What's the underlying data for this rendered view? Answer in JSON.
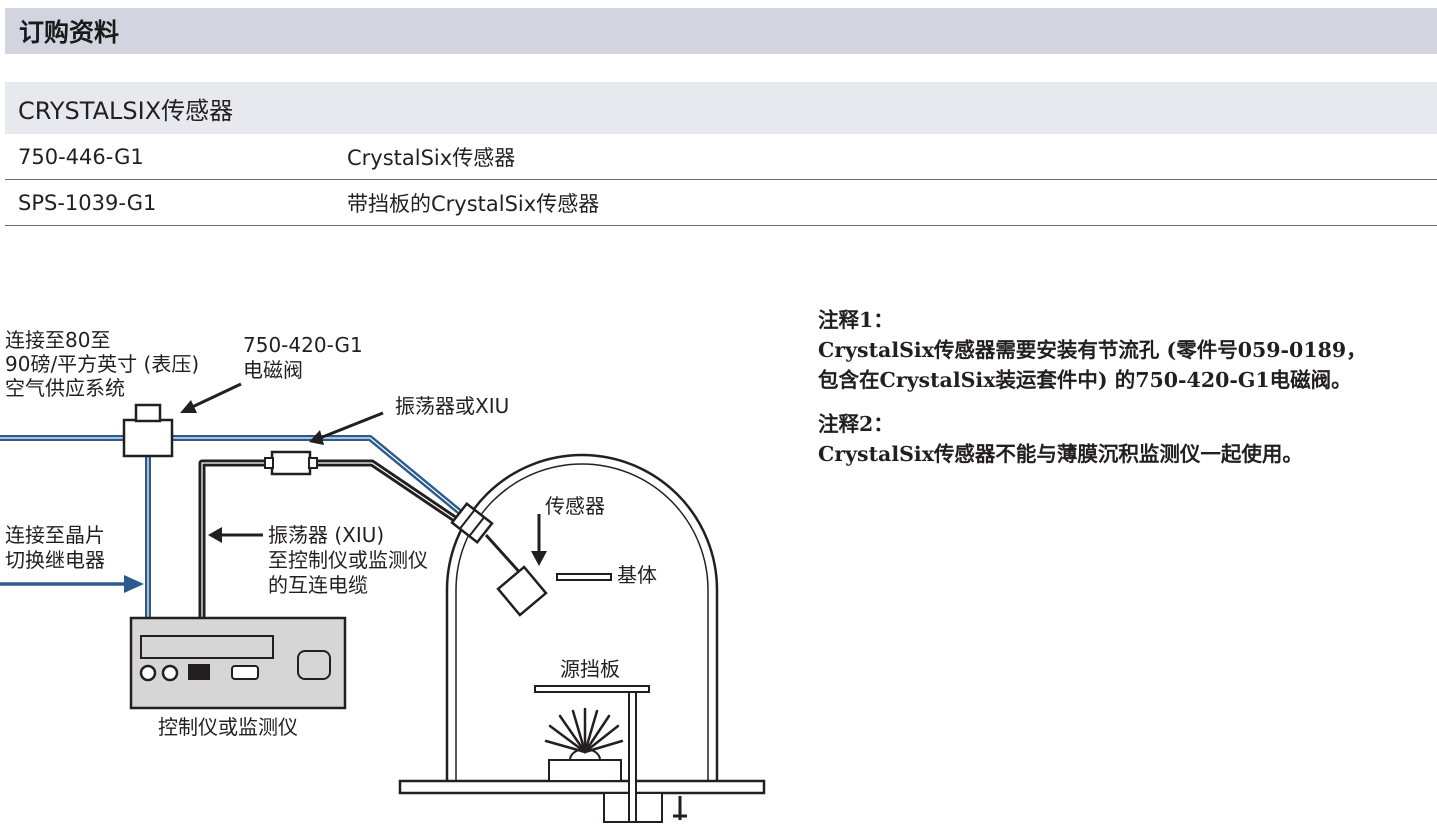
{
  "banner": {
    "title": "订购资料"
  },
  "order_table": {
    "group_title": "CRYSTALSIX传感器",
    "rows": [
      {
        "part_number": "750-446-G1",
        "description": "CrystalSix传感器"
      },
      {
        "part_number": "SPS-1039-G1",
        "description": "带挡板的CrystalSix传感器"
      }
    ]
  },
  "notes": [
    {
      "title": "注释1：",
      "lines": [
        "CrystalSix传感器需要安装有节流孔 (零件号059-0189，",
        "包含在CrystalSix装运套件中) 的750-420-G1电磁阀。"
      ]
    },
    {
      "title": "注释2：",
      "lines": [
        "CrystalSix传感器不能与薄膜沉积监测仪一起使用。"
      ]
    }
  ],
  "diagram": {
    "labels": {
      "air_supply": [
        "连接至80至",
        "90磅/平方英寸 (表压)",
        "空气供应系统"
      ],
      "solenoid": [
        "750-420-G1",
        "电磁阀"
      ],
      "oscillator": "振荡器或XIU",
      "wafer_relay": [
        "连接至晶片",
        "切换继电器"
      ],
      "cable": [
        "振荡器 (XIU)",
        "至控制仪或监测仪",
        "的互连电缆"
      ],
      "sensor": "传感器",
      "substrate": "基体",
      "source_shutter": "源挡板",
      "controller": "控制仪或监测仪"
    },
    "colors": {
      "air_line": "#2d5a8e",
      "cable": "#231f20",
      "outline": "#231f20",
      "controller_fill": "#d6d6d6"
    }
  }
}
